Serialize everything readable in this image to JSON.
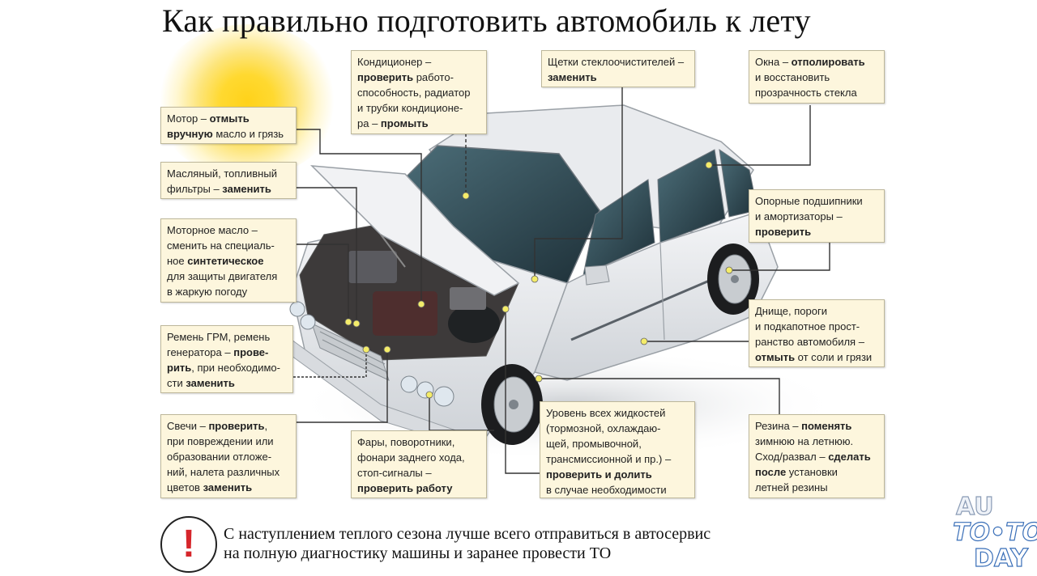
{
  "title": "Как правильно подготовить автомобиль к лету",
  "callouts": {
    "motor": [
      "Мотор – <b>отмыть</b>",
      "<b>вручную</b> масло и грязь"
    ],
    "filters": [
      "Масляный, топливный",
      "фильтры – <b>заменить</b>"
    ],
    "oil": [
      "Моторное масло –",
      "сменить  на специаль-",
      "ное <b>синтетическое</b>",
      "для защиты двигателя",
      "в жаркую погоду"
    ],
    "belt": [
      "Ремень ГРМ, ремень",
      "генератора – <b>прове-</b>",
      "<b>рить</b>, при необходимо-",
      "сти <b>заменить</b>"
    ],
    "plugs": [
      "Свечи – <b>проверить</b>,",
      "при повреждении или",
      "образовании отложе-",
      "ний, налета различных",
      "цветов <b>заменить</b>"
    ],
    "ac": [
      "Кондиционер –",
      "<b>проверить</b> работо-",
      "способность, радиатор",
      "и трубки кондиционе-",
      "ра – <b>промыть</b>"
    ],
    "wipers": [
      "Щетки стеклоочистителей –",
      "<b>заменить</b>"
    ],
    "windows": [
      "Окна – <b>отполировать</b>",
      "и восстановить",
      "прозрачность стекла"
    ],
    "bearings": [
      "Опорные подшипники",
      "и амортизаторы –",
      "<b>проверить</b>"
    ],
    "underbody": [
      "Днище, пороги",
      "и подкапотное прост-",
      "ранство автомобиля –",
      "<b>отмыть</b> от соли и грязи"
    ],
    "lights": [
      "Фары, поворотники,",
      "фонари заднего хода,",
      "стоп-сигналы –",
      "<b>проверить работу</b>"
    ],
    "fluids": [
      "Уровень всех жидкостей",
      "(тормозной, охлаждаю-",
      "щей, промывочной,",
      "трансмиссионной и пр.) –",
      "<b>проверить и долить</b>",
      "в случае необходимости"
    ],
    "tires": [
      "Резина – <b>поменять</b>",
      "зимнюю на летнюю.",
      "Сход/развал – <b>сделать</b>",
      "<b>после</b> установки",
      "летней резины"
    ]
  },
  "notice": {
    "icon": "exclamation-icon",
    "lines": [
      "С наступлением теплого сезона лучше всего отправиться в автосервис",
      "на полную диагностику машины и заранее провести ТО"
    ]
  },
  "logo": {
    "line1": "AU",
    "line2": "TO•TO",
    "line3": "DAY"
  },
  "colors": {
    "callout_bg": "#fdf6dd",
    "accent": "#d6262b",
    "sun": "#ffd21a",
    "car": "#dfe2e6",
    "glass": "#2f4650"
  }
}
